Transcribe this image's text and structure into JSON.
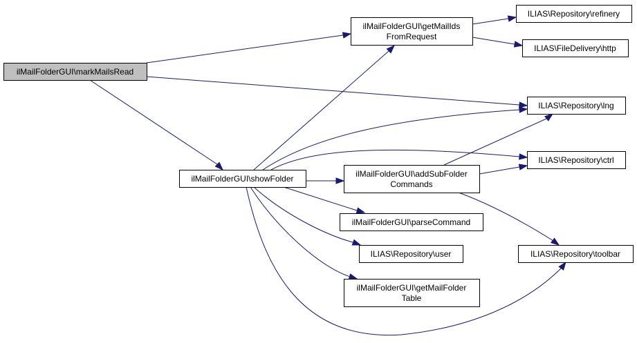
{
  "diagram": {
    "type": "call-graph",
    "colors": {
      "edge": "#191970",
      "root_fill": "#bfbfbf",
      "node_fill": "#ffffff",
      "border": "#000000"
    },
    "nodes": [
      {
        "id": "markMailsRead",
        "lines": [
          "ilMailFolderGUI\\markMailsRead"
        ],
        "root": true
      },
      {
        "id": "getMailIdsFromRequest",
        "lines": [
          "ilMailFolderGUI\\getMailIds",
          "FromRequest"
        ]
      },
      {
        "id": "refinery",
        "lines": [
          "ILIAS\\Repository\\refinery"
        ]
      },
      {
        "id": "http",
        "lines": [
          "ILIAS\\FileDelivery\\http"
        ]
      },
      {
        "id": "lng",
        "lines": [
          "ILIAS\\Repository\\lng"
        ]
      },
      {
        "id": "showFolder",
        "lines": [
          "ilMailFolderGUI\\showFolder"
        ]
      },
      {
        "id": "addSubFolderCommands",
        "lines": [
          "ilMailFolderGUI\\addSubFolder",
          "Commands"
        ]
      },
      {
        "id": "ctrl",
        "lines": [
          "ILIAS\\Repository\\ctrl"
        ]
      },
      {
        "id": "parseCommand",
        "lines": [
          "ilMailFolderGUI\\parseCommand"
        ]
      },
      {
        "id": "user",
        "lines": [
          "ILIAS\\Repository\\user"
        ]
      },
      {
        "id": "toolbar",
        "lines": [
          "ILIAS\\Repository\\toolbar"
        ]
      },
      {
        "id": "getMailFolderTable",
        "lines": [
          "ilMailFolderGUI\\getMailFolder",
          "Table"
        ]
      }
    ],
    "edges": [
      {
        "from": "markMailsRead",
        "to": "getMailIdsFromRequest"
      },
      {
        "from": "markMailsRead",
        "to": "lng"
      },
      {
        "from": "markMailsRead",
        "to": "showFolder"
      },
      {
        "from": "getMailIdsFromRequest",
        "to": "refinery"
      },
      {
        "from": "getMailIdsFromRequest",
        "to": "http"
      },
      {
        "from": "showFolder",
        "to": "getMailIdsFromRequest"
      },
      {
        "from": "showFolder",
        "to": "lng"
      },
      {
        "from": "showFolder",
        "to": "ctrl"
      },
      {
        "from": "showFolder",
        "to": "addSubFolderCommands"
      },
      {
        "from": "showFolder",
        "to": "parseCommand"
      },
      {
        "from": "showFolder",
        "to": "user"
      },
      {
        "from": "showFolder",
        "to": "getMailFolderTable"
      },
      {
        "from": "showFolder",
        "to": "toolbar"
      },
      {
        "from": "addSubFolderCommands",
        "to": "lng"
      },
      {
        "from": "addSubFolderCommands",
        "to": "ctrl"
      },
      {
        "from": "addSubFolderCommands",
        "to": "toolbar"
      }
    ]
  }
}
